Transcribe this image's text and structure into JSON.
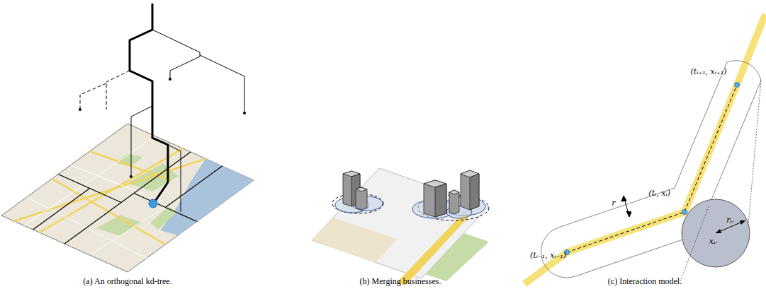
{
  "diagram": {
    "labels": [
      "(a) An orthogonal kd-tree.",
      "(b) Merging businesses.",
      "(c) Interaction model.",
      "(tᵢ₊₁, xᵢ₊₁)",
      "(tᵢ, xᵢ)",
      "(tᵢ₋₁, xᵢ₋₁)",
      "r",
      "rₚ",
      "xₚ"
    ]
  }
}
